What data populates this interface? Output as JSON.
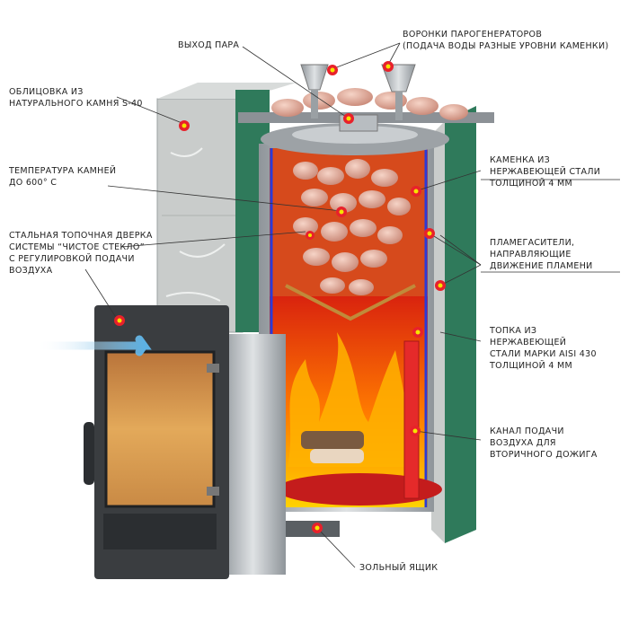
{
  "labels": {
    "steam_outlet": {
      "lines": [
        "ВЫХОД ПАРА"
      ]
    },
    "funnels": {
      "lines": [
        "ВОРОНКИ ПАРОГЕНЕРАТОРОВ",
        "(ПОДАЧА ВОДЫ РАЗНЫЕ УРОВНИ КАМЕНКИ)"
      ]
    },
    "cladding": {
      "lines": [
        "ОБЛИЦОВКА ИЗ",
        "НАТУРАЛЬНОГО КАМНЯ S-40"
      ]
    },
    "stone_temp": {
      "lines": [
        "ТЕМПЕРАТУРА КАМНЕЙ",
        "ДО 600° С"
      ]
    },
    "door": {
      "lines": [
        "СТАЛЬНАЯ ТОПОЧНАЯ ДВЕРКА",
        "СИСТЕМЫ “ЧИСТОЕ СТЕКЛО”",
        "С РЕГУЛИРОВКОЙ ПОДАЧИ",
        "ВОЗДУХА"
      ]
    },
    "stone_box": {
      "lines": [
        "КАМЕНКА ИЗ",
        "НЕРЖАВЕЮЩЕЙ СТАЛИ",
        "ТОЛЩИНОЙ 4 ММ"
      ]
    },
    "flame_dampers": {
      "lines": [
        "ПЛАМЕГАСИТЕЛИ,",
        "НАПРАВЛЯЮЩИЕ",
        "ДВИЖЕНИЕ ПЛАМЕНИ"
      ]
    },
    "firebox": {
      "lines": [
        "ТОПКА ИЗ",
        "НЕРЖАВЕЮЩЕЙ",
        "СТАЛИ МАРКИ AISI 430",
        "ТОЛЩИНОЙ 4 мм"
      ]
    },
    "air_channel": {
      "lines": [
        "КАНАЛ ПОДАЧИ",
        "ВОЗДУХА ДЛЯ",
        "ВТОРИЧНОГО ДОЖИГА"
      ]
    },
    "ash_box": {
      "lines": [
        "ЗОЛЬНЫЙ ЯЩИК"
      ]
    }
  },
  "colors": {
    "marker": "#e8212b",
    "marker_dot": "#f5e400",
    "leader": "#333333",
    "stone": "#c9cccb",
    "green_lining": "#2f7a5b",
    "steel": "#b7bcc0",
    "fire": "#ff6a00",
    "rocks": "#e8b2a2",
    "door_glass": "#d99b4c",
    "air_arrow": "#7cc3ea"
  }
}
